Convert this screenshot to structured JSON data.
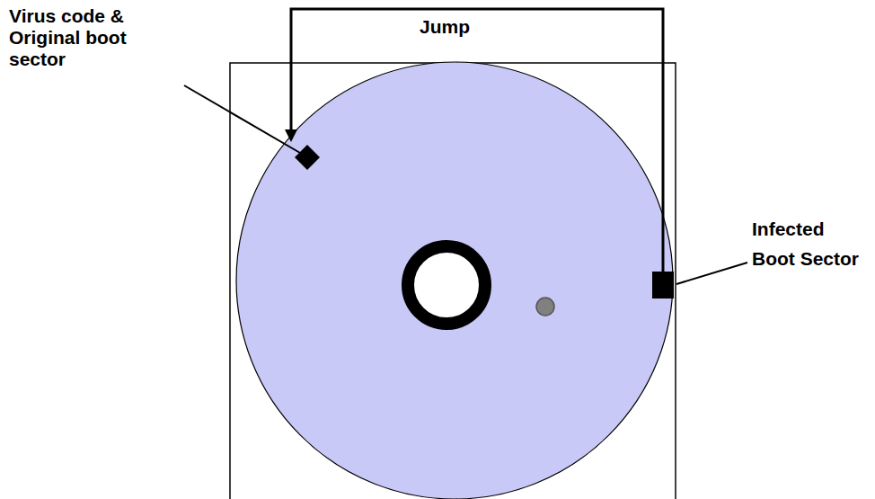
{
  "diagram": {
    "labels": [
      "Virus code & Original boot sector",
      "Jump",
      "Infected Boot Sector"
    ]
  }
}
